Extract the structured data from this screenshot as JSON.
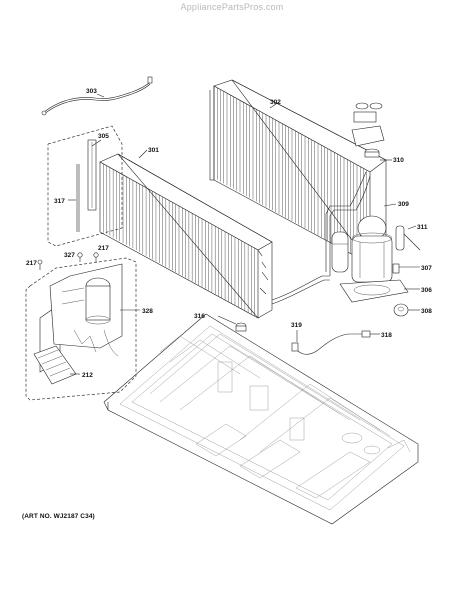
{
  "watermark": "AppliancePartsPros.com",
  "art_number": "(ART NO. WJ2187 C34)",
  "callouts": {
    "c303": "303",
    "c302": "302",
    "c305": "305",
    "c301": "301",
    "c310": "310",
    "c309": "309",
    "c311": "311",
    "c317": "317",
    "c327": "327",
    "c217a": "217",
    "c217b": "217",
    "c307": "307",
    "c306": "306",
    "c308": "308",
    "c328": "328",
    "c316": "316",
    "c319": "319",
    "c318": "318",
    "c212": "212"
  }
}
